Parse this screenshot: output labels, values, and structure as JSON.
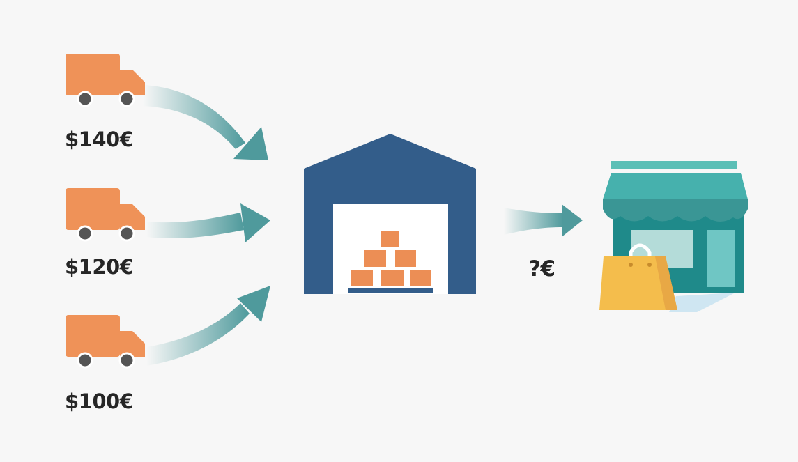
{
  "suppliers": [
    {
      "price_label": "$140€"
    },
    {
      "price_label": "$120€"
    },
    {
      "price_label": "$100€"
    }
  ],
  "warehouse": {
    "icon": "warehouse-icon"
  },
  "outflow": {
    "price_label": "?€"
  },
  "store": {
    "icon": "storefront-icon"
  },
  "colors": {
    "truck": "#ef9258",
    "wheel": "#555555",
    "arrow": "#4f9a9c",
    "warehouse": "#335d8a",
    "box": "#ec8e55",
    "store": "#1f8a8a",
    "awning": "#46b1ad",
    "bag": "#f4bd4c"
  }
}
